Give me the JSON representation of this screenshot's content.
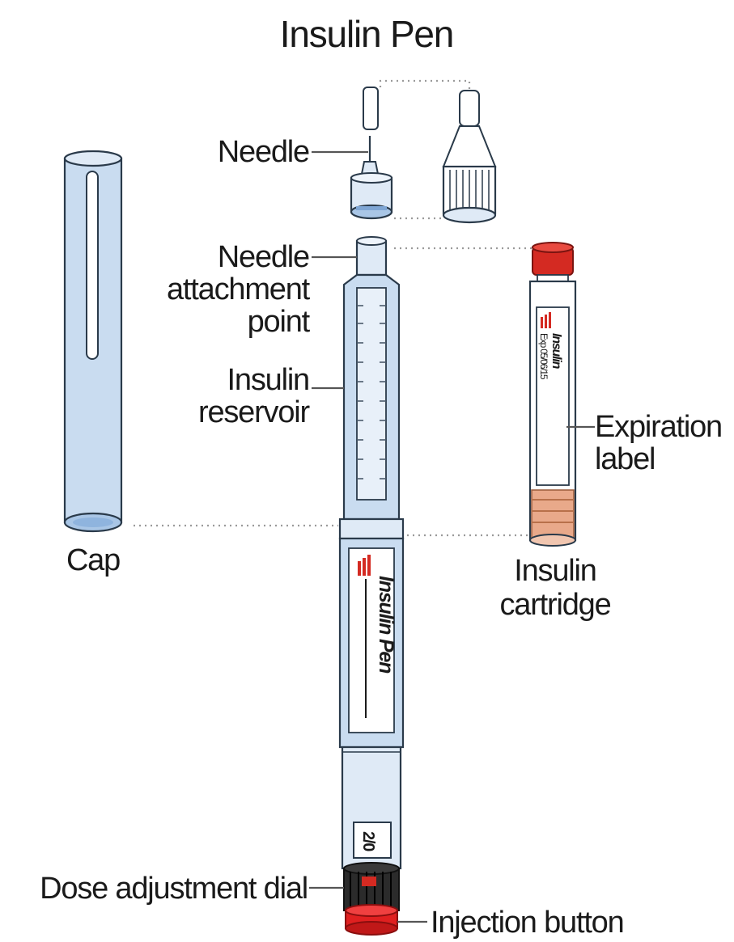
{
  "title": "Insulin Pen",
  "labels": {
    "needle": "Needle",
    "needle_attachment_1": "Needle",
    "needle_attachment_2": "attachment",
    "needle_attachment_3": "point",
    "reservoir_1": "Insulin",
    "reservoir_2": "reservoir",
    "expiration_1": "Expiration",
    "expiration_2": "label",
    "cap": "Cap",
    "cartridge_1": "Insulin",
    "cartridge_2": "cartridge",
    "dose_dial": "Dose adjustment dial",
    "injection_button": "Injection button"
  },
  "pen_print": {
    "name": "Insulin Pen",
    "dose_window": "2/0"
  },
  "cartridge_print": {
    "line1": "Insulin",
    "line2": "Exp 05/06/15"
  },
  "colors": {
    "pen_body": "#c9dcf0",
    "cartridge_cap": "#d42a22",
    "cartridge_stopper": "#e9a98a",
    "dial": "#2b2b2b",
    "injection_button": "#e02020"
  }
}
